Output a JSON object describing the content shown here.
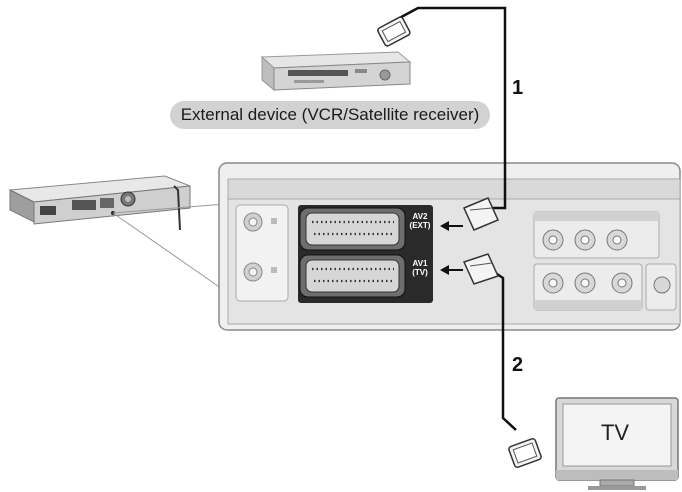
{
  "external_device": {
    "label": "External device (VCR/Satellite receiver)"
  },
  "connections": {
    "one": "1",
    "two": "2"
  },
  "tv": {
    "label": "TV"
  },
  "panel": {
    "av2": {
      "line1": "AV2",
      "line2": "(EXT)"
    },
    "av1": {
      "line1": "AV1",
      "line2": "(TV)"
    }
  },
  "icons": [
    "vcr-icon",
    "home-theater-unit-icon",
    "scart-plug-icon",
    "tv-icon",
    "arrow-icon"
  ]
}
